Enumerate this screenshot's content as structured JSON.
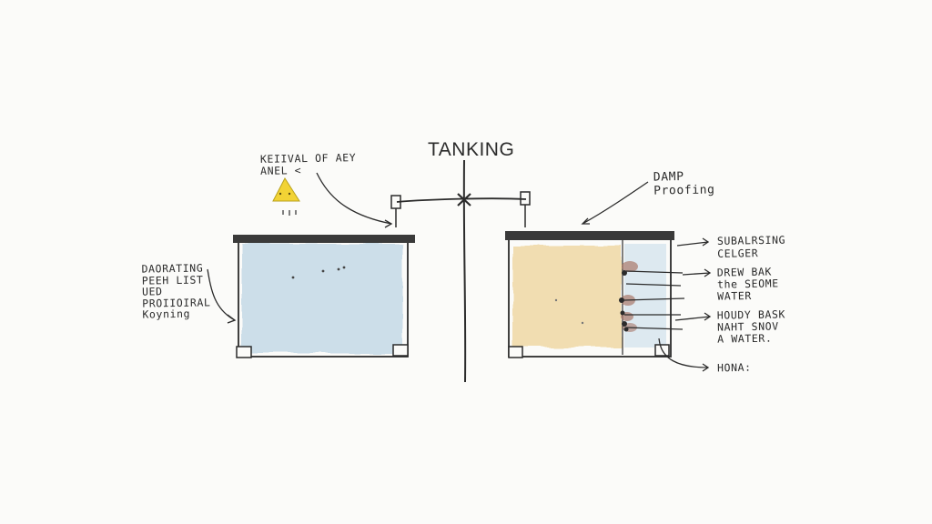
{
  "diagram": {
    "title": "TANKING",
    "labels": {
      "top_left": [
        "KEIIVAL OF AEY",
        "ANEL <"
      ],
      "left": [
        "DAORATING",
        "PEEH LIST",
        "UED",
        "PROIIOIRAL",
        "Koyning"
      ],
      "damp": [
        "DAMP",
        "Proofing"
      ],
      "right_1": "SUBALRSING CELGER",
      "right_2": [
        "DREW BAK",
        "the SEOME",
        "WATER"
      ],
      "right_3": [
        "HOUDY BASK",
        "NAHT SNOV",
        "A WATER."
      ],
      "right_4": "HONA:"
    },
    "colors": {
      "ink": "#2b2b2b",
      "left_fill": "#c8dbe8",
      "right_fill": "#f1dcae",
      "warning": "#f2d335",
      "stain": "#a9786a"
    }
  }
}
